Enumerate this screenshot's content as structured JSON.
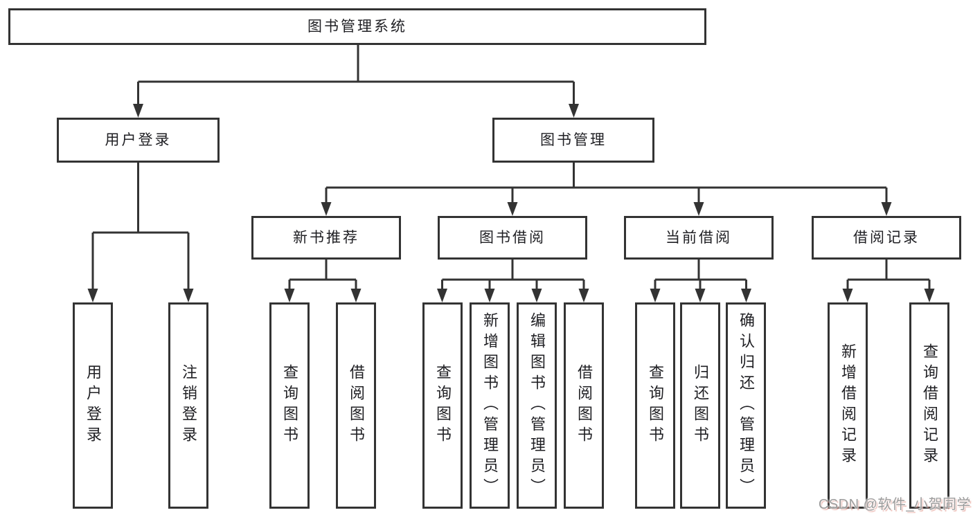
{
  "tree": {
    "label": "图书管理系统",
    "children": [
      {
        "label": "用户登录",
        "leaves": [
          "用户登录",
          "注销登录"
        ]
      },
      {
        "label": "图书管理",
        "children": [
          {
            "label": "新书推荐",
            "leaves": [
              "查询图书",
              "借阅图书"
            ]
          },
          {
            "label": "图书借阅",
            "leaves": [
              "查询图书",
              "新增图书（管理员）",
              "编辑图书（管理员）",
              "借阅图书"
            ]
          },
          {
            "label": "当前借阅",
            "leaves": [
              "查询图书",
              "归还图书",
              "确认归还（管理员）"
            ]
          },
          {
            "label": "借阅记录",
            "leaves": [
              "新增借阅记录",
              "查询借阅记录"
            ]
          }
        ]
      }
    ]
  },
  "colors": {
    "line": "#333333",
    "text": "#1f1f23",
    "background": "#ffffff",
    "watermark": "#9c9c9c",
    "watermark_accent": "#d96a5a"
  },
  "watermark": {
    "text": "CSDN @软件_小贺同学"
  }
}
